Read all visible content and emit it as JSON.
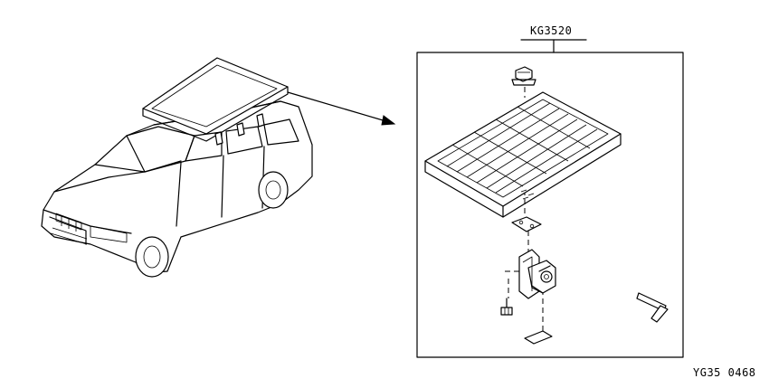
{
  "part_number_label": "KG3520",
  "diagram_code": "YG35 0468",
  "components": [
    {
      "name": "vehicle",
      "icon": "suv-with-roof-rack-icon"
    },
    {
      "name": "roof-rack-tray",
      "icon": "roof-rack-tray-icon"
    },
    {
      "name": "flange-nut",
      "icon": "nut-icon"
    },
    {
      "name": "mounting-plate",
      "icon": "plate-icon"
    },
    {
      "name": "mounting-bracket",
      "icon": "bracket-icon"
    },
    {
      "name": "bolt",
      "icon": "bolt-icon"
    },
    {
      "name": "rail-pad",
      "icon": "pad-icon"
    },
    {
      "name": "hex-key",
      "icon": "hex-key-icon"
    }
  ]
}
